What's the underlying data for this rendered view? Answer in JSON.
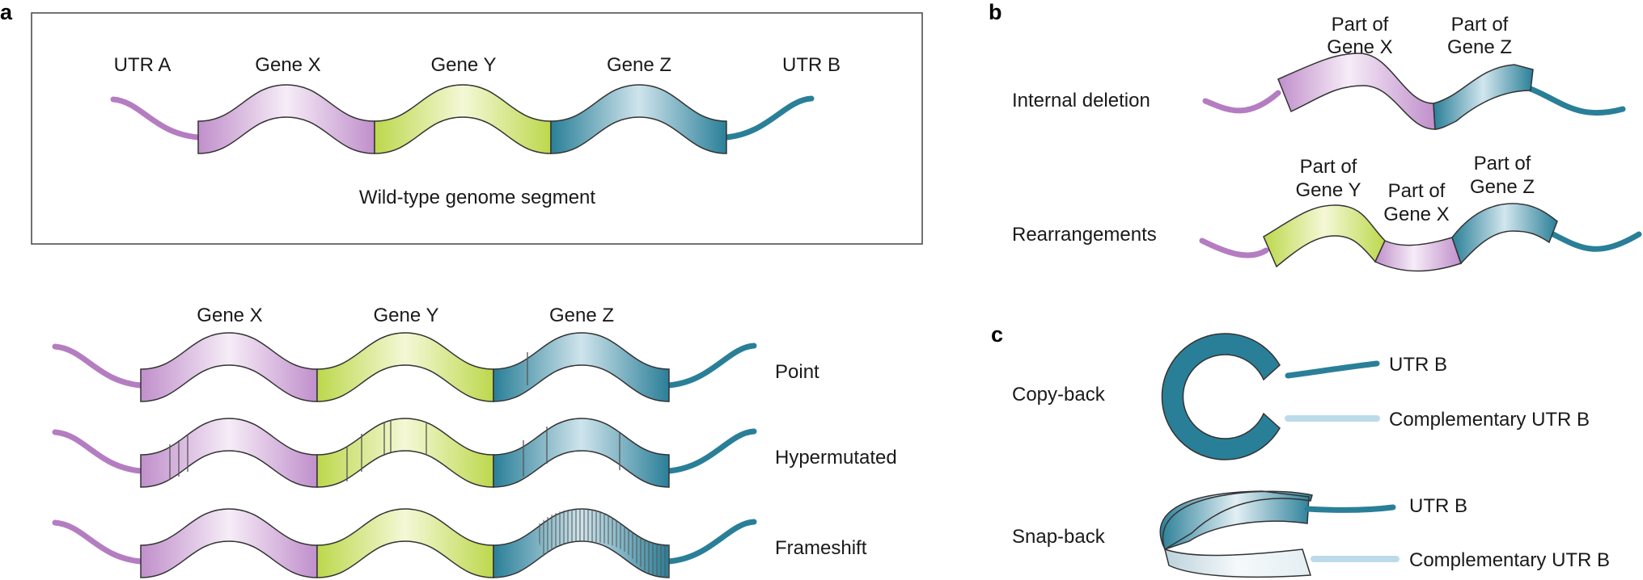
{
  "panels": {
    "a": {
      "letter": "a",
      "wildtype": {
        "genes": [
          "UTR A",
          "Gene X",
          "Gene Y",
          "Gene Z",
          "UTR B"
        ],
        "caption": "Wild-type genome segment"
      },
      "mutants": {
        "genes": [
          "Gene X",
          "Gene Y",
          "Gene Z"
        ],
        "rows": [
          "Point",
          "Hypermutated",
          "Frameshift"
        ]
      }
    },
    "b": {
      "letter": "b",
      "internal_deletion": {
        "label": "Internal deletion",
        "parts": [
          [
            "Part of",
            "Gene X"
          ],
          [
            "Part of",
            "Gene Z"
          ]
        ]
      },
      "rearrangements": {
        "label": "Rearrangements",
        "parts": [
          [
            "Part of",
            "Gene Y"
          ],
          [
            "Part of",
            "Gene X"
          ],
          [
            "Part of",
            "Gene Z"
          ]
        ]
      }
    },
    "c": {
      "letter": "c",
      "copy_back": {
        "label": "Copy-back",
        "utr": "UTR B",
        "complementary": "Complementary UTR B"
      },
      "snap_back": {
        "label": "Snap-back",
        "utr": "UTR B",
        "complementary": "Complementary UTR B"
      }
    }
  },
  "colors": {
    "gene_x": "#b57dc1",
    "gene_y": "#b5d445",
    "gene_z": "#2a7f98",
    "utr_a": "#b57dc1",
    "utr_b": "#2a7f98",
    "complementary": "#bcdbea",
    "outline": "#333333"
  }
}
